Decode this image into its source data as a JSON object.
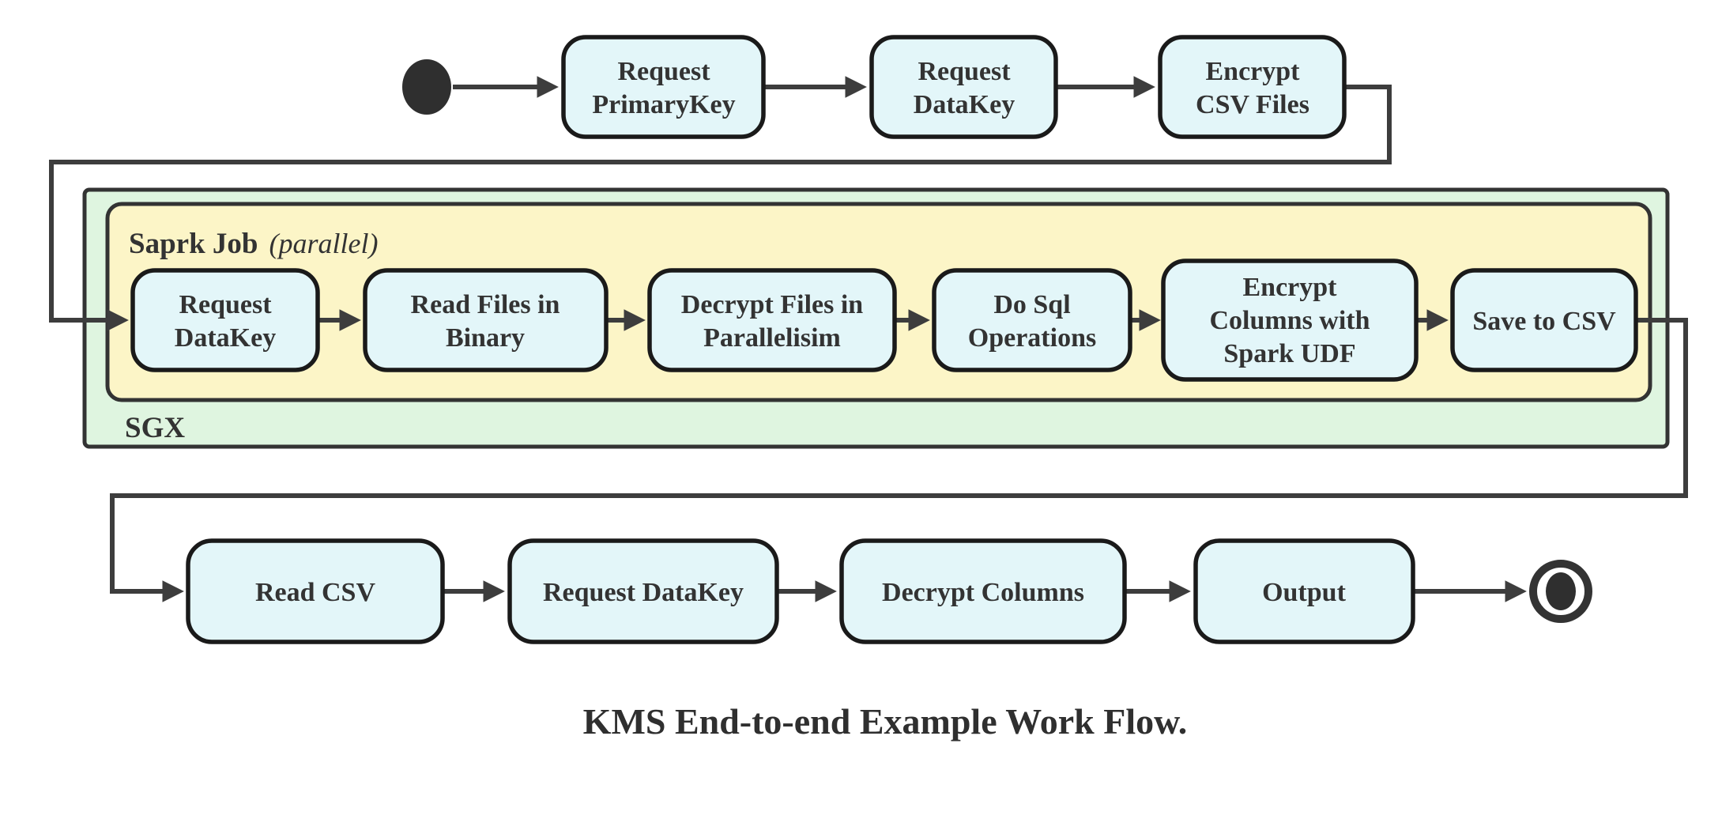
{
  "title": "KMS End-to-end Example Work Flow.",
  "labels": {
    "sgx": "SGX",
    "spark_job": "Saprk Job",
    "spark_job_mode": "(parallel)"
  },
  "colors": {
    "node_fill": "#e3f6f9",
    "node_border": "#1a1a1a",
    "spark_fill": "#fcf5c7",
    "sgx_fill": "#dff5e0",
    "edge": "#3d3d3d",
    "text": "#333333"
  },
  "flow": {
    "top": [
      {
        "name": "request-primarykey",
        "lines": [
          "Request",
          "PrimaryKey"
        ]
      },
      {
        "name": "request-datakey",
        "lines": [
          "Request",
          "DataKey"
        ]
      },
      {
        "name": "encrypt-csv-files",
        "lines": [
          "Encrypt",
          "CSV Files"
        ]
      }
    ],
    "spark": [
      {
        "name": "request-datakey-sgx",
        "lines": [
          "Request",
          "DataKey"
        ]
      },
      {
        "name": "read-files-in-binary",
        "lines": [
          "Read Files in",
          "Binary"
        ]
      },
      {
        "name": "decrypt-files-in-parallelisim",
        "lines": [
          "Decrypt Files in",
          "Parallelisim"
        ]
      },
      {
        "name": "do-sql-operations",
        "lines": [
          "Do Sql",
          "Operations"
        ]
      },
      {
        "name": "encrypt-columns-with-spark-udf",
        "lines": [
          "Encrypt",
          "Columns with",
          "Spark UDF"
        ]
      },
      {
        "name": "save-to-csv",
        "lines": [
          "Save to CSV"
        ]
      }
    ],
    "bottom": [
      {
        "name": "read-csv",
        "lines": [
          "Read CSV"
        ]
      },
      {
        "name": "request-datakey-client",
        "lines": [
          "Request DataKey"
        ]
      },
      {
        "name": "decrypt-columns",
        "lines": [
          "Decrypt Columns"
        ]
      },
      {
        "name": "output",
        "lines": [
          "Output"
        ]
      }
    ]
  }
}
